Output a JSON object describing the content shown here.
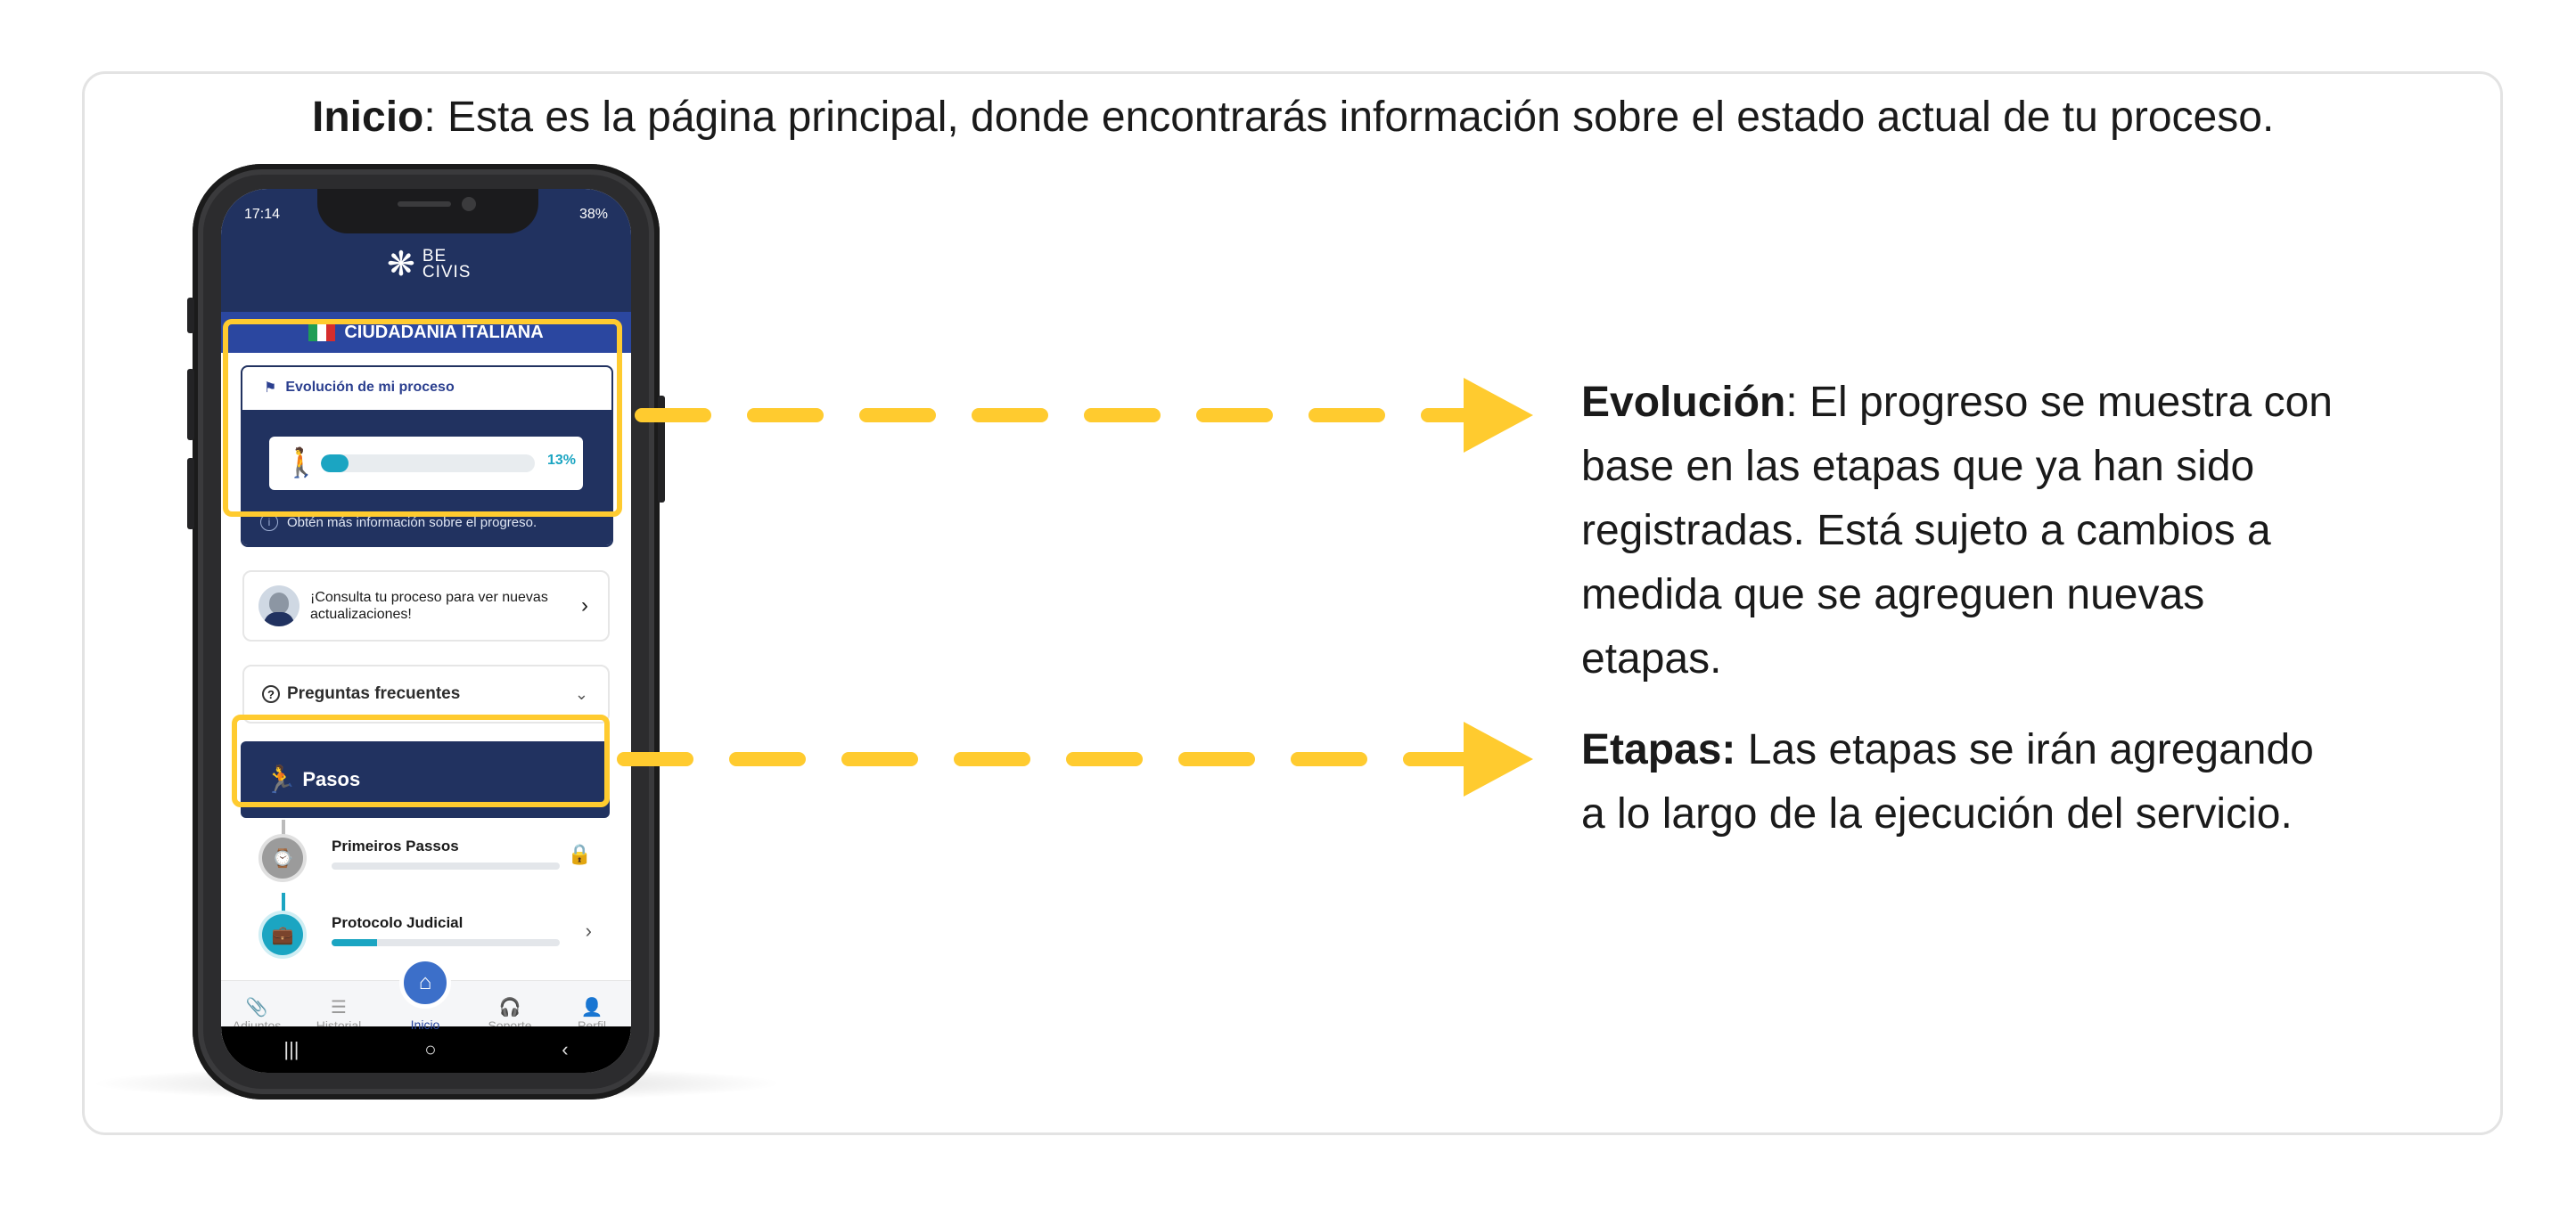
{
  "headline": {
    "title": "Inicio",
    "text": ": Esta es la página principal, donde encontrarás información sobre el estado actual de tu proceso."
  },
  "phone": {
    "status": {
      "time": "17:14",
      "battery": "38%"
    },
    "logo": {
      "line1": "BE",
      "line2": "CIVIS",
      "icon": "snowflake-logo-icon"
    },
    "citizenship_label": "CIUDADANÍA ITALIANA",
    "flag_colors": [
      "#1f9d55",
      "#ffffff",
      "#d62d2d"
    ],
    "evolution": {
      "title": "Evolución de mi proceso",
      "progress_percent": 13,
      "progress_label": "13%",
      "info": "Obtén más información sobre el progreso."
    },
    "consult": {
      "text": "¡Consulta tu proceso para ver nuevas actualizaciones!"
    },
    "faq": {
      "label": "Preguntas frecuentes"
    },
    "steps_header": "Pasos",
    "steps": [
      {
        "name": "Primeiros Passos",
        "progress": 0,
        "status": "locked"
      },
      {
        "name": "Protocolo Judicial",
        "progress": 0.2,
        "status": "active"
      }
    ],
    "tabs": {
      "adjuntos": "Adjuntos",
      "historial": "Historial",
      "inicio": "Inicio",
      "soporte": "Soporte",
      "perfil": "Perfil"
    }
  },
  "callouts": {
    "evolucion": {
      "title": "Evolución",
      "line1": ": El progreso se muestra con",
      "line2": "base en las etapas que ya han sido",
      "line3": "registradas. Está sujeto a cambios a",
      "line4": "medida que se agreguen nuevas",
      "line5": "etapas."
    },
    "etapas": {
      "title": "Etapas:",
      "line1": " Las etapas se irán agregando",
      "line2": "a lo largo de la ejecución del servicio."
    }
  },
  "colors": {
    "highlight": "#ffcb2f",
    "navy": "#213260",
    "accent_blue": "#2b47a0",
    "progress_teal": "#1ba5c2"
  }
}
